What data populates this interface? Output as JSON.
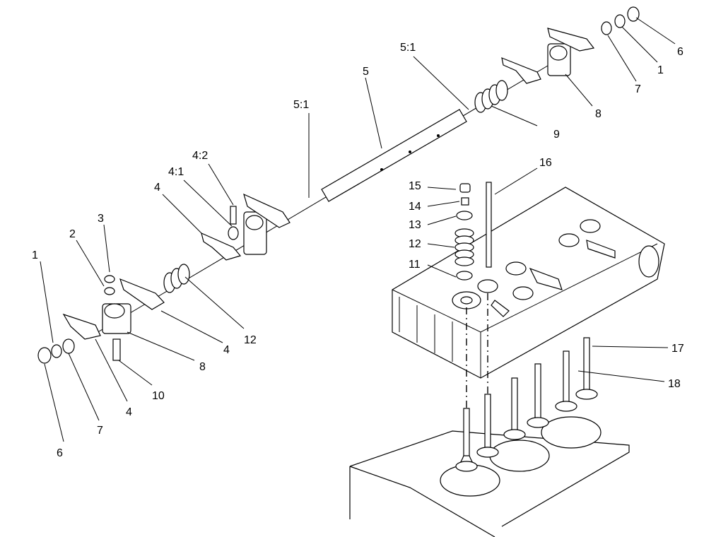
{
  "callouts": {
    "c1_left": "1",
    "c2": "2",
    "c3": "3",
    "c4_a": "4",
    "c41": "4:1",
    "c42": "4:2",
    "c4_b": "4",
    "c4_c": "4",
    "c6_left": "6",
    "c7_left": "7",
    "c8_left": "8",
    "c10": "10",
    "c12_left": "12",
    "c51_left": "5:1",
    "c5": "5",
    "c51_right": "5:1",
    "c9": "9",
    "c8_right": "8",
    "c7_right": "7",
    "c1_right": "1",
    "c6_right": "6",
    "c15": "15",
    "c14": "14",
    "c13": "13",
    "c12_right": "12",
    "c11": "11",
    "c16": "16",
    "c17": "17",
    "c18": "18"
  }
}
